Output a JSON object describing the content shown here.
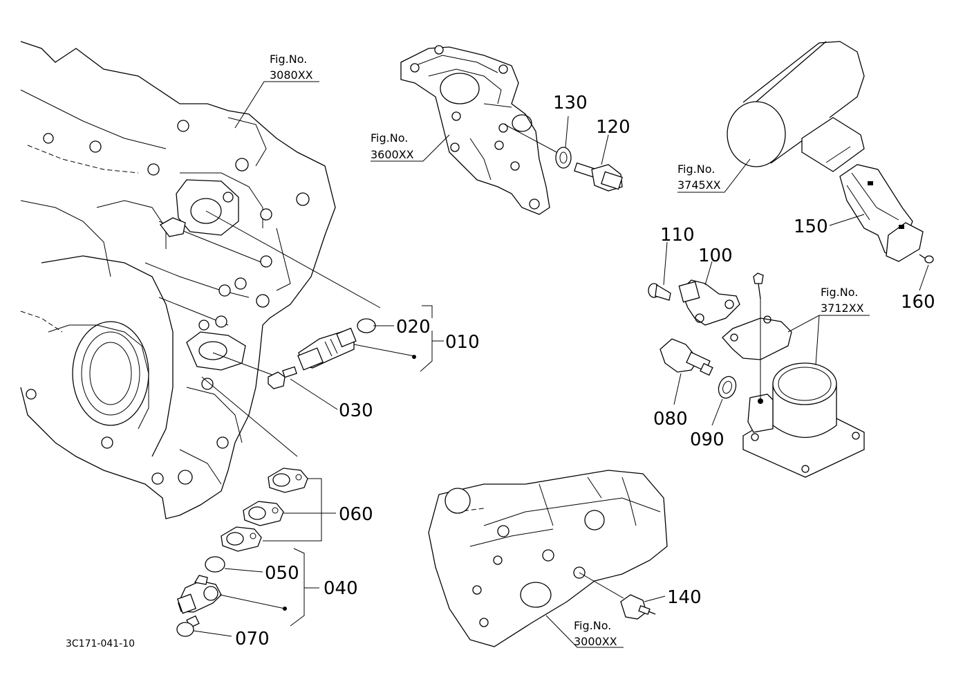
{
  "diagram_code": "3C171-041-10",
  "fig_refs": {
    "fig3080": {
      "label": "Fig.No.",
      "code": "3080XX"
    },
    "fig3600": {
      "label": "Fig.No.",
      "code": "3600XX"
    },
    "fig3745": {
      "label": "Fig.No.",
      "code": "3745XX"
    },
    "fig3712": {
      "label": "Fig.No.",
      "code": "3712XX"
    },
    "fig3000": {
      "label": "Fig.No.",
      "code": "3000XX"
    }
  },
  "parts": {
    "p010": "010",
    "p020": "020",
    "p030": "030",
    "p040": "040",
    "p050": "050",
    "p060": "060",
    "p070": "070",
    "p080": "080",
    "p090": "090",
    "p100": "100",
    "p110": "110",
    "p120": "120",
    "p130": "130",
    "p140": "140",
    "p150": "150",
    "p160": "160"
  }
}
